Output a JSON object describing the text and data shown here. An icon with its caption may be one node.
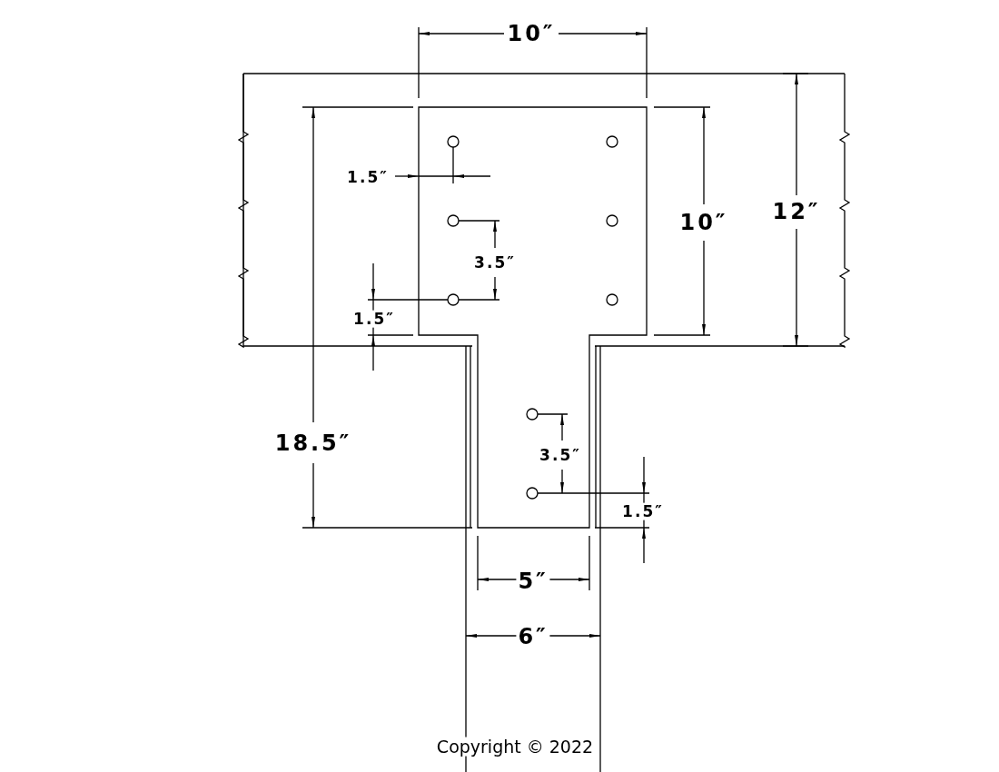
{
  "diagram": {
    "labels": [
      "10″",
      "1.5″",
      "10″",
      "12″",
      "3.5″",
      "1.5″",
      "18.5″",
      "3.5″",
      "1.5″",
      "5″",
      "6″",
      "Copyright © 2022"
    ]
  }
}
